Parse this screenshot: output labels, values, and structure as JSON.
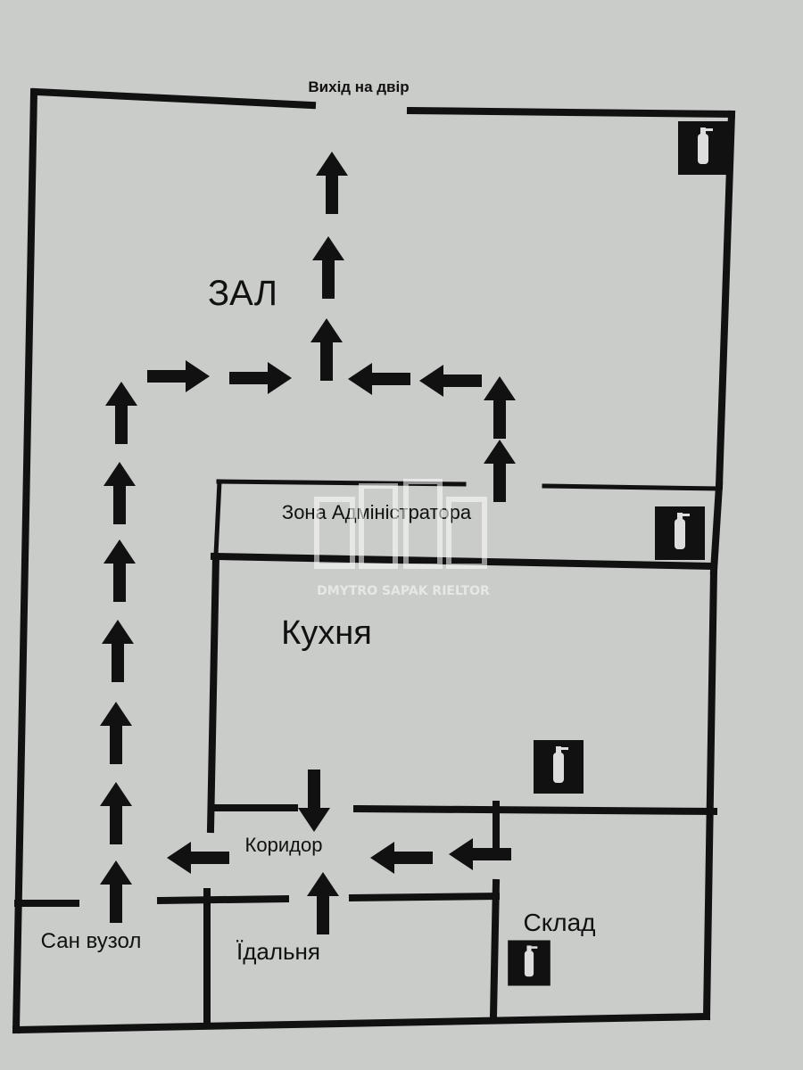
{
  "colors": {
    "paper": "#c9ccc8",
    "ink": "#111111",
    "watermark": "#ffffff"
  },
  "labels": {
    "exit": "Вихід на двір",
    "hall": "ЗАЛ",
    "admin_zone": "Зона Адміністратора",
    "kitchen": "Кухня",
    "corridor": "Коридор",
    "bathroom": "Сан вузол",
    "dining": "Їдальня",
    "storage": "Склад"
  },
  "watermark": {
    "text": "DMYTRO SAPAK RIELTOR"
  },
  "icons": {
    "arrow": "evacuation-arrow-icon",
    "extinguisher": "fire-extinguisher-icon"
  }
}
